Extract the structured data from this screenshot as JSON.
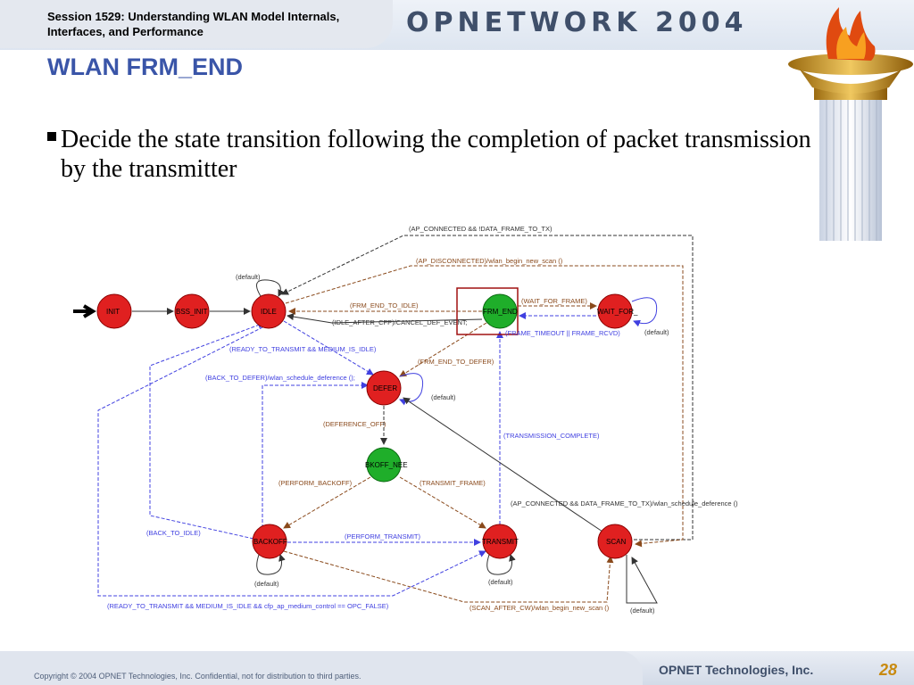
{
  "header": {
    "session_line1": "Session 1529: Understanding WLAN Model Internals,",
    "session_line2": "Interfaces, and Performance",
    "brand": "OPNETWORK 2004"
  },
  "slide": {
    "title": "WLAN FRM_END",
    "bullet": "Decide the state transition following the completion of packet transmission by the transmitter"
  },
  "states": [
    {
      "id": "init",
      "label": "INIT",
      "color": "red"
    },
    {
      "id": "bss_init",
      "label": "BSS_INIT",
      "color": "red"
    },
    {
      "id": "idle",
      "label": "IDLE",
      "color": "red"
    },
    {
      "id": "frm_end",
      "label": "FRM_END",
      "color": "green"
    },
    {
      "id": "wait_for",
      "label": "WAIT_FOR_",
      "color": "red"
    },
    {
      "id": "defer",
      "label": "DEFER",
      "color": "red"
    },
    {
      "id": "bkoff_nee",
      "label": "BKOFF_NEE",
      "color": "green"
    },
    {
      "id": "backoff",
      "label": "BACKOFF",
      "color": "red"
    },
    {
      "id": "transmit",
      "label": "TRANSMIT",
      "color": "red"
    },
    {
      "id": "scan",
      "label": "SCAN",
      "color": "red"
    }
  ],
  "transitions": [
    "(AP_CONNECTED && !DATA_FRAME_TO_TX)",
    "(AP_DISCONNECTED)/wlan_begin_new_scan ()",
    "(default)",
    "(FRM_END_TO_IDLE)",
    "(WAIT_FOR_FRAME)",
    "(IDLE_AFTER_CFP)/CANCEL_DEF_EVENT;",
    "(FRAME_TIMEOUT || FRAME_RCVD)",
    "(default)",
    "(READY_TO_TRANSMIT && MEDIUM_IS_IDLE)",
    "(FRM_END_TO_DEFER)",
    "(BACK_TO_DEFER)/wlan_schedule_deference ();",
    "(default)",
    "(DEFERENCE_OFF)",
    "(TRANSMISSION_COMPLETE)",
    "(PERFORM_BACKOFF)",
    "(TRANSMIT_FRAME)",
    "(AP_CONNECTED && DATA_FRAME_TO_TX)/wlan_schedule_deference ()",
    "(BACK_TO_IDLE)",
    "(PERFORM_TRANSMIT)",
    "(default)",
    "(default)",
    "(READY_TO_TRANSMIT && MEDIUM_IS_IDLE && cfp_ap_medium_control == OPC_FALSE)",
    "(SCAN_AFTER_CW)/wlan_begin_new_scan ()",
    "(default)"
  ],
  "footer": {
    "copyright": "Copyright © 2004 OPNET Technologies, Inc.  Confidential, not for distribution to third parties.",
    "company": "OPNET Technologies, Inc.",
    "page": "28"
  },
  "colors": {
    "state_red": "#e02020",
    "state_green": "#1fae2a",
    "title_blue": "#3a55a8",
    "arrow_black": "#333333",
    "arrow_brown": "#8a4a1c",
    "arrow_blue": "#4040e0",
    "highlight_box": "#a01010",
    "page_number": "#c88a10"
  }
}
